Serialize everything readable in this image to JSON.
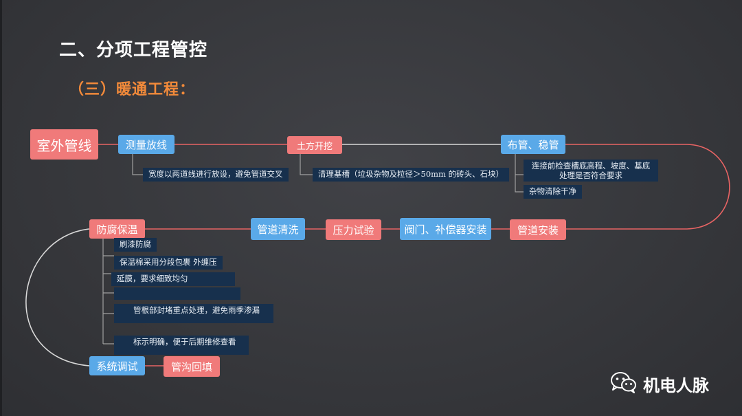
{
  "title": "二、分项工程管控",
  "subtitle": "（三）暖通工程：",
  "nodes": {
    "outdoor": "室外管线",
    "survey": "测量放线",
    "excavation": "土方开挖",
    "laying": "布管、稳管",
    "install": "管道安装",
    "valve": "阀门、补偿器安装",
    "pressure": "压力试验",
    "cleaning": "管道清洗",
    "anticorrosion": "防腐保温",
    "commissioning": "系统调试",
    "backfill": "管沟回填"
  },
  "notes": {
    "survey": "宽度以两道线进行放设，避免管道交叉",
    "excavation": "清理基槽（垃圾杂物及粒径＞50mm 的砖头、石块）",
    "laying_1": "连接前检查槽底高程、坡度、基底\n处理是否符合要求",
    "laying_2": "杂物清除干净",
    "anti_1": "刷漆防腐",
    "anti_2": "保温棉采用分段包裹 外缠压",
    "anti_3": "延膜，要求细致均匀",
    "anti_4": "",
    "anti_5": "管根部封堵重点处理，避免雨季渗漏",
    "anti_6": "标示明确，便于后期维修查看"
  },
  "logo_text": "机电人脉",
  "colors": {
    "red_node": "#f07a7a",
    "blue_node": "#5aa9e8",
    "note_bg": "#17304d",
    "subtitle": "#f28a3a"
  }
}
